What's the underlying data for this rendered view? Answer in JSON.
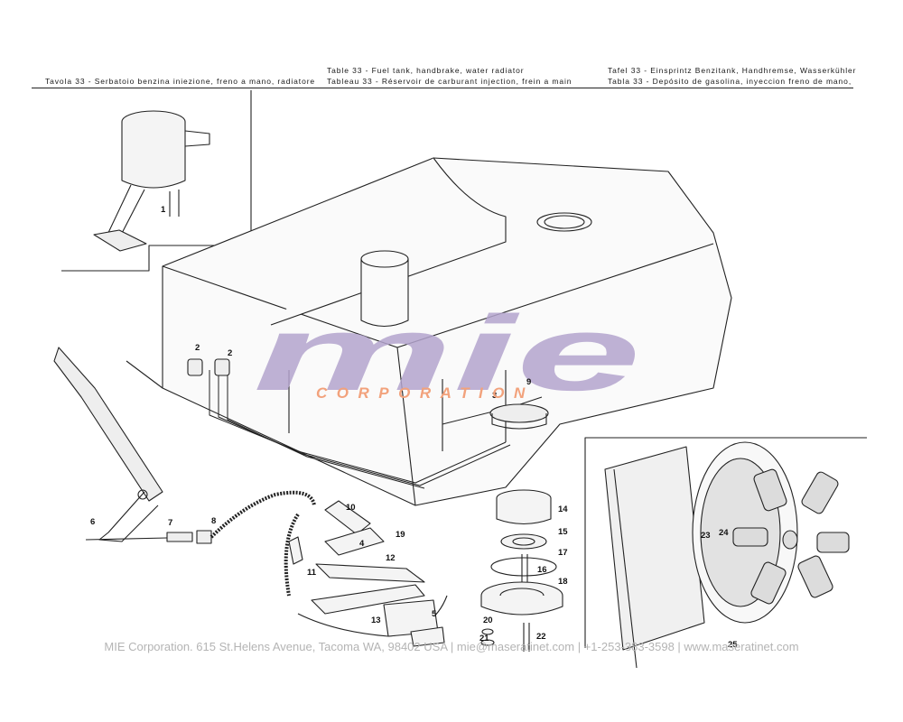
{
  "header": {
    "it": "Tavola   33 - Serbatoio benzina iniezione, freno a mano, radiatore",
    "en": "Table   33 - Fuel tank, handbrake, water radiator",
    "fr": "Tableau  33 - Réservoir de carburant injection, frein a main",
    "de": "Tafel   33 - Einsprintz Benzitank, Handhremse, Wasserkühler",
    "es": "Tabla   33 - Depósito de gasolina, inyeccion freno de mano,"
  },
  "watermark": {
    "logo": "mie",
    "sub": "CORPORATION",
    "colors": {
      "logo": "#b3a3cc",
      "accent": "#f2a27c"
    }
  },
  "callouts": [
    "1",
    "2",
    "2",
    "3",
    "9",
    "6",
    "7",
    "8",
    "10",
    "19",
    "4",
    "12",
    "11",
    "13",
    "5",
    "14",
    "15",
    "17",
    "16",
    "18",
    "20",
    "21",
    "22",
    "23",
    "24",
    "25"
  ],
  "footer": "MIE Corporation. 615 St.Helens Avenue, Tacoma WA, 98402 USA  |  mie@maseratinet.com  |  +1-253-383-3598  |  www.maseratinet.com"
}
